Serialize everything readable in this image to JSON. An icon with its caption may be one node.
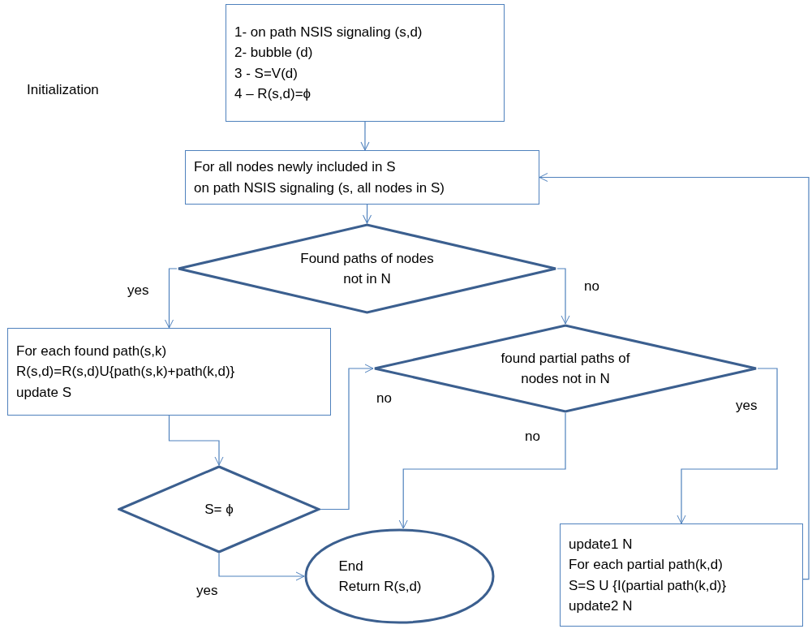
{
  "diagram": {
    "nodes": [
      {
        "text": [
          "1- on path NSIS signaling (s,d)",
          "2- bubble (d)",
          "3 - S=V(d)",
          "4 – R(s,d)=ϕ"
        ]
      },
      {
        "text": [
          "For all nodes newly included in S",
          "on path NSIS signaling (s, all nodes in S)"
        ]
      },
      {
        "text": [
          "Found paths of nodes not in N"
        ]
      },
      {
        "text": [
          "For each found path(s,k)",
          "R(s,d)=R(s,d)U{path(s,k)+path(k,d)}",
          "update S"
        ]
      },
      {
        "text": [
          "found partial paths of nodes not in N"
        ]
      },
      {
        "text": [
          "S= ϕ"
        ]
      },
      {
        "text": [
          "End",
          "Return R(s,d)"
        ]
      },
      {
        "text": [
          "update1 N",
          "For each partial path(k,d)",
          "S=S U {I(partial path(k,d)}",
          "update2 N"
        ]
      }
    ],
    "edges": [
      {
        "from": 0,
        "to": 1,
        "arrow": "to"
      },
      {
        "from": 1,
        "to": 2,
        "arrow": "to"
      },
      {
        "from": 2,
        "to": 3,
        "arrow": "to",
        "label": "yes"
      },
      {
        "from": 2,
        "to": 4,
        "arrow": "to",
        "label": "no"
      },
      {
        "from": 3,
        "to": 5,
        "arrow": "to"
      },
      {
        "from": 5,
        "to": 4,
        "arrow": "to",
        "label": "no"
      },
      {
        "from": 4,
        "to": 6,
        "arrow": "to",
        "label": "no"
      },
      {
        "from": 4,
        "to": 7,
        "arrow": "to",
        "label": "yes"
      },
      {
        "from": 5,
        "to": 6,
        "arrow": "to",
        "label": "yes"
      },
      {
        "from": 7,
        "to": 1,
        "arrow": "to"
      }
    ],
    "labels": [
      "Initialization"
    ]
  }
}
